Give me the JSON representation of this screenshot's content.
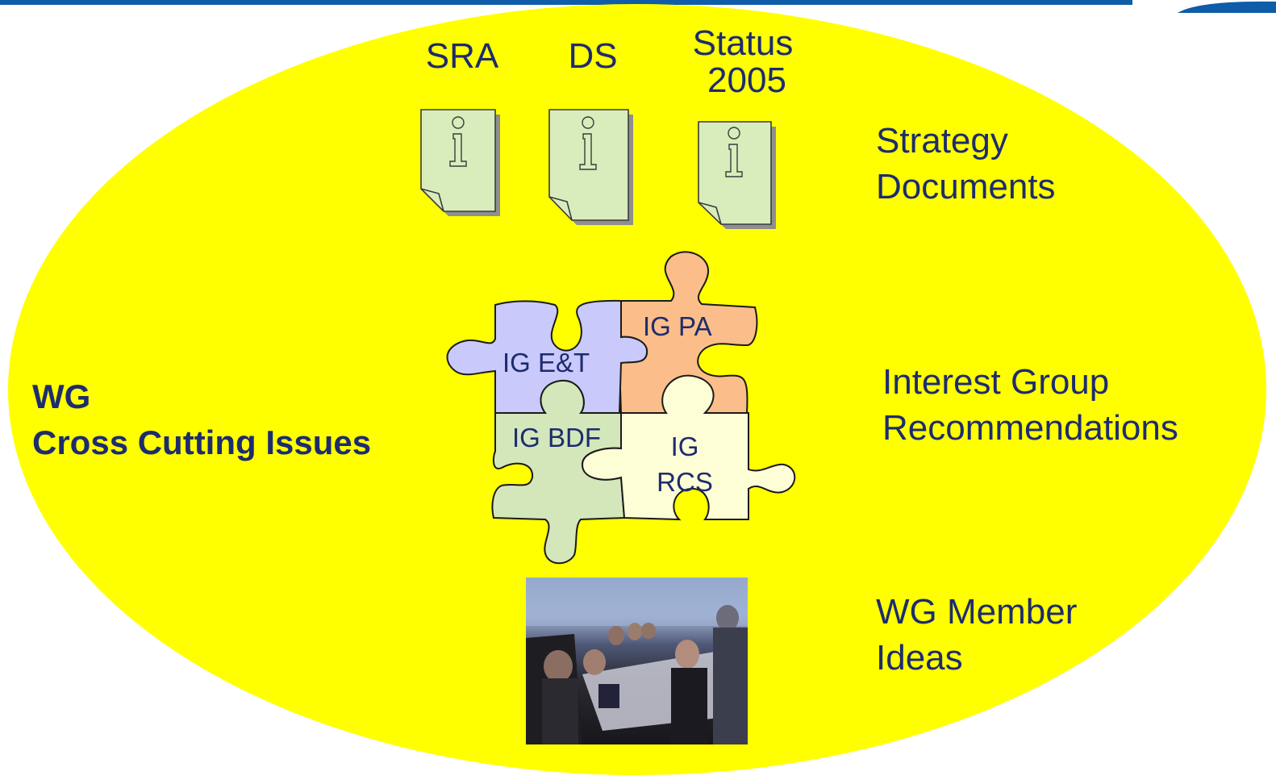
{
  "colors": {
    "ellipse_fill": "#ffff00",
    "text": "#1d2c6e",
    "document_fill": "#d9edbc",
    "piece_et": "#c9c9fb",
    "piece_pa": "#fbbe8a",
    "piece_bdf": "#d3e7bb",
    "piece_rcs": "#fdfdd6",
    "top_bar": "#0f5ca8"
  },
  "documents": [
    {
      "label": "SRA",
      "icon": "info-document-icon"
    },
    {
      "label": "DS",
      "icon": "info-document-icon"
    },
    {
      "label_lines": [
        "Status",
        "2005"
      ],
      "icon": "info-document-icon"
    }
  ],
  "labels": {
    "strategy": [
      "Strategy",
      "Documents"
    ],
    "interest": [
      "Interest Group",
      "Recommendations"
    ],
    "member": [
      "WG Member",
      "Ideas"
    ],
    "wg_title": [
      "WG",
      "Cross Cutting Issues"
    ]
  },
  "puzzle": {
    "et": "IG E&T",
    "pa": "IG PA",
    "bdf": "IG BDF",
    "rcs": [
      "IG",
      "RCS"
    ]
  },
  "photo": {
    "icon": "meeting-photo"
  }
}
